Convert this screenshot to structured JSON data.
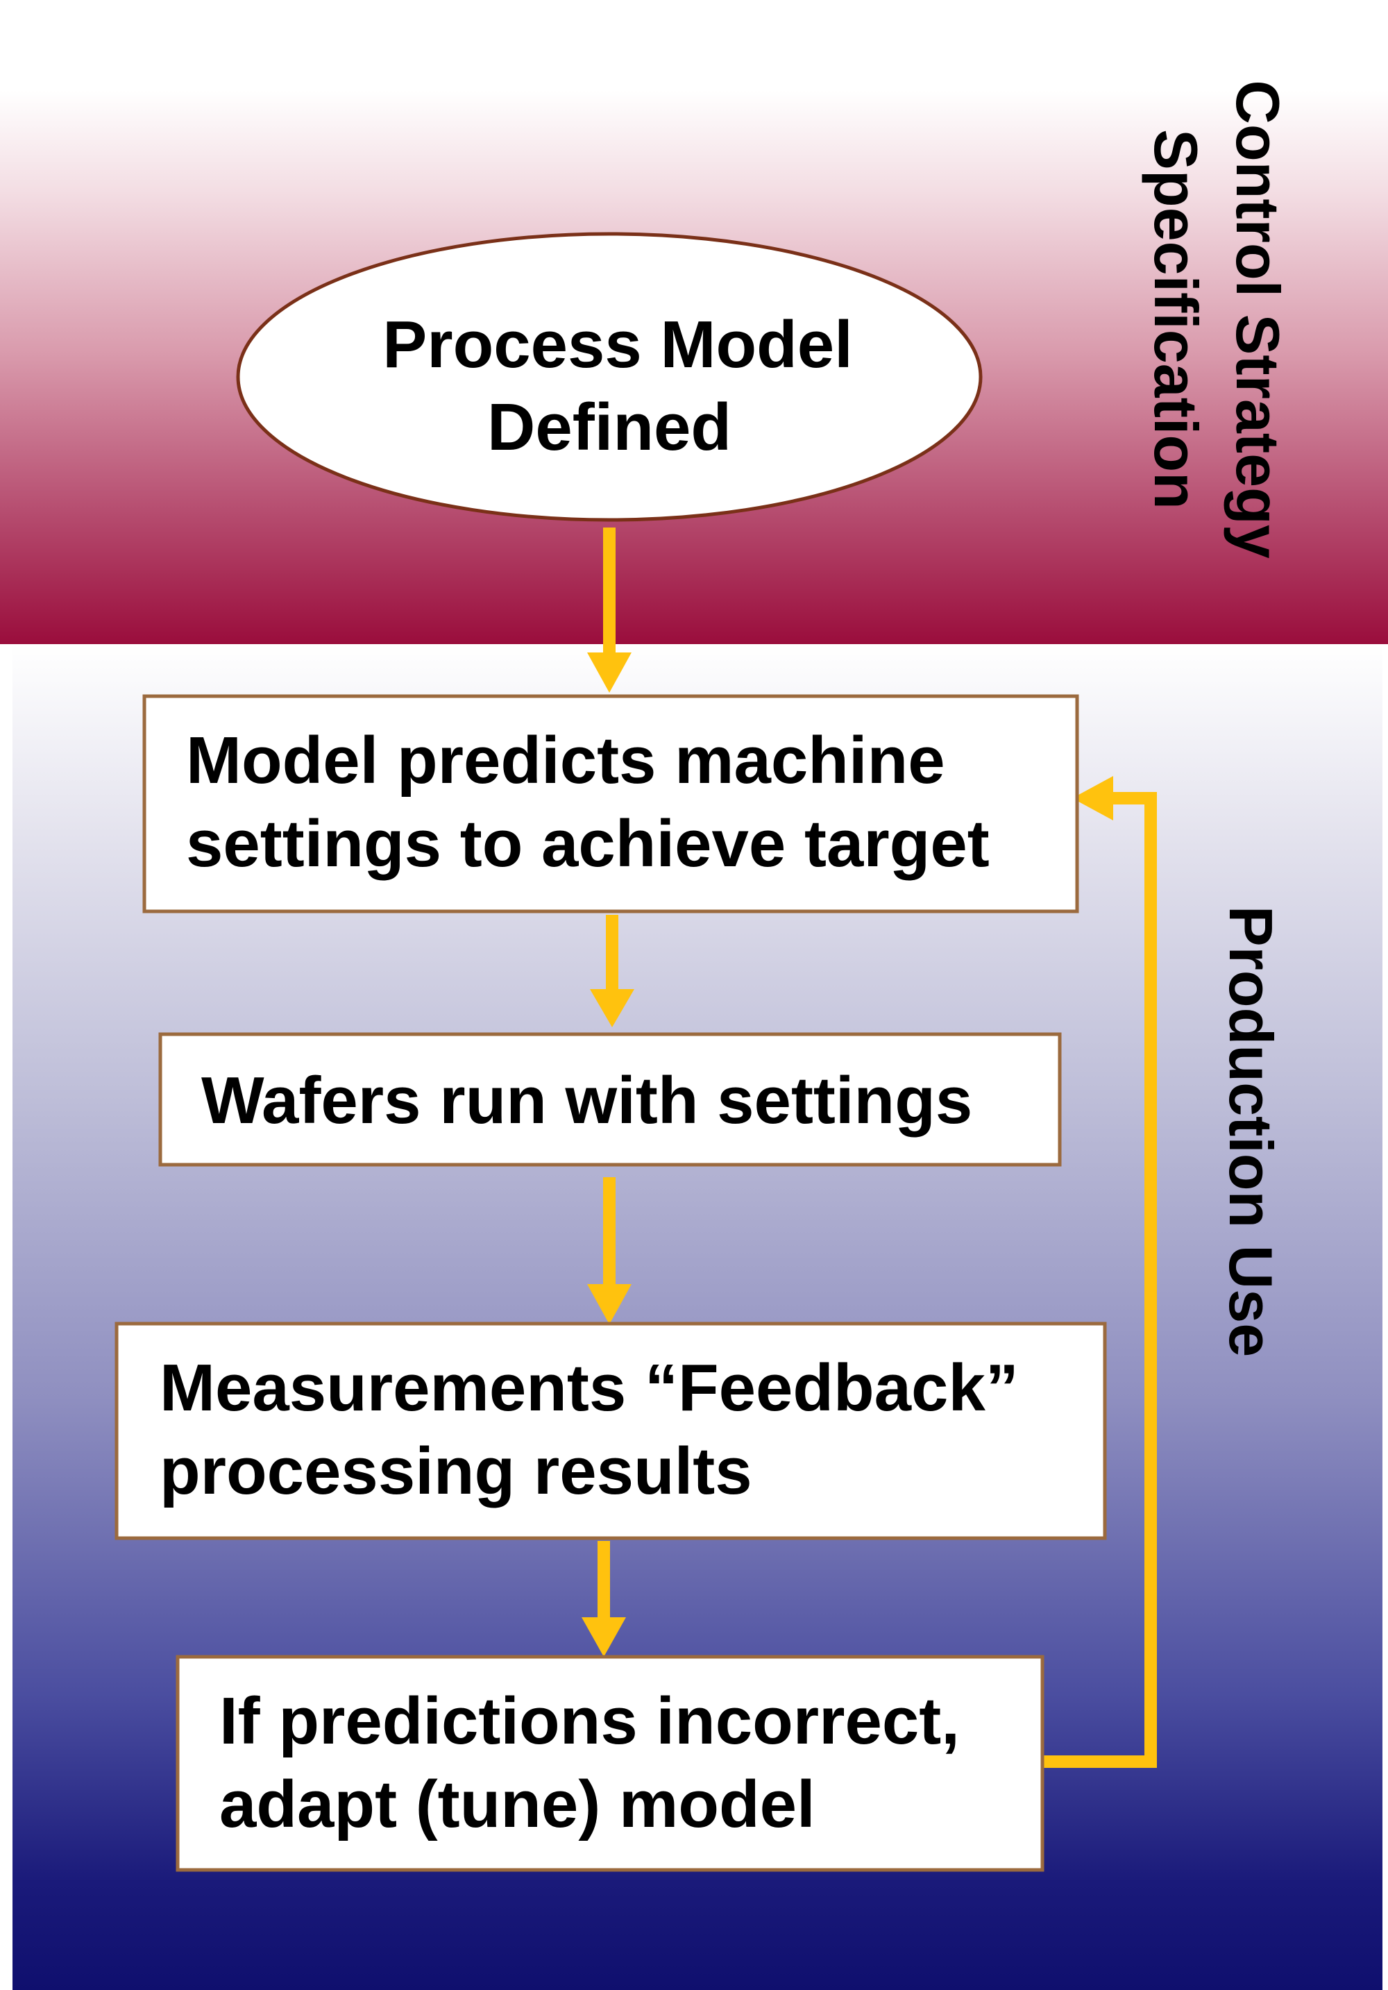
{
  "colors": {
    "arrow": "#ffc20e",
    "top_band_end": "#9a0d3c",
    "bottom_band_end": "#0f0f6e",
    "box_border": "#9b6a3e"
  },
  "phases": {
    "control_strategy": [
      "Control Strategy",
      "Specification"
    ],
    "production_use": "Production Use"
  },
  "nodes": {
    "process_model": [
      "Process Model",
      "Defined"
    ],
    "model_predicts": [
      "Model predicts machine",
      "settings to achieve target"
    ],
    "wafers_run": [
      "Wafers run with settings"
    ],
    "measurements": [
      "Measurements “Feedback”",
      "processing results"
    ],
    "adapt_model": [
      "If predictions incorrect,",
      "adapt (tune) model"
    ]
  }
}
